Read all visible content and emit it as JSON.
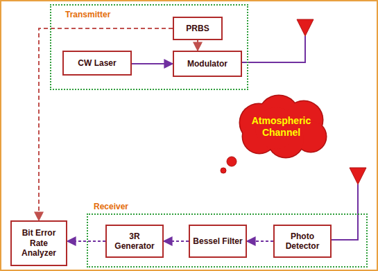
{
  "diagram": {
    "nodes": [
      {
        "text": [
          "Transmitter"
        ]
      },
      {
        "text": [
          "PRBS"
        ],
        "in": 0
      },
      {
        "text": [
          "CW Laser"
        ],
        "in": 0
      },
      {
        "text": [
          "Modulator"
        ],
        "in": 0
      },
      {
        "text": [
          "Atmospheric Channel"
        ]
      },
      {
        "text": [
          "Receiver"
        ]
      },
      {
        "text": [
          "3R Generator"
        ],
        "in": 5
      },
      {
        "text": [
          "Bessel Filter"
        ],
        "in": 5
      },
      {
        "text": [
          "Photo Detector"
        ],
        "in": 5
      },
      {
        "text": [
          "Bit Error Rate Analyzer"
        ]
      }
    ],
    "edges": [
      {
        "from": 1,
        "to": 3,
        "arrow": "to"
      },
      {
        "from": 2,
        "to": 3,
        "arrow": "to"
      },
      {
        "from": 1,
        "to": 9,
        "arrow": "to"
      },
      {
        "from": 8,
        "to": 7,
        "arrow": "to"
      },
      {
        "from": 7,
        "to": 6,
        "arrow": "to"
      },
      {
        "from": 6,
        "to": 9,
        "arrow": "to"
      }
    ]
  }
}
